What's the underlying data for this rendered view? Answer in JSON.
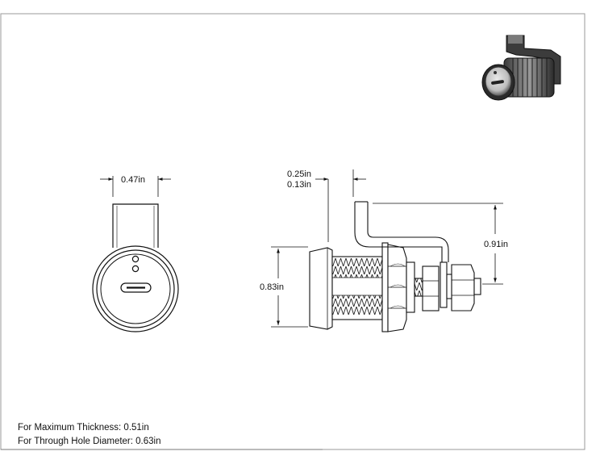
{
  "drawing": {
    "dimensions": {
      "front_width": "0.47in",
      "side_offset_a": "0.25in",
      "side_offset_b": "0.13in",
      "cam_height": "0.91in",
      "face_height": "0.83in"
    },
    "notes": {
      "max_thickness": "For Maximum Thickness: 0.51in",
      "through_hole": "For Through Hole Diameter: 0.63in"
    }
  }
}
